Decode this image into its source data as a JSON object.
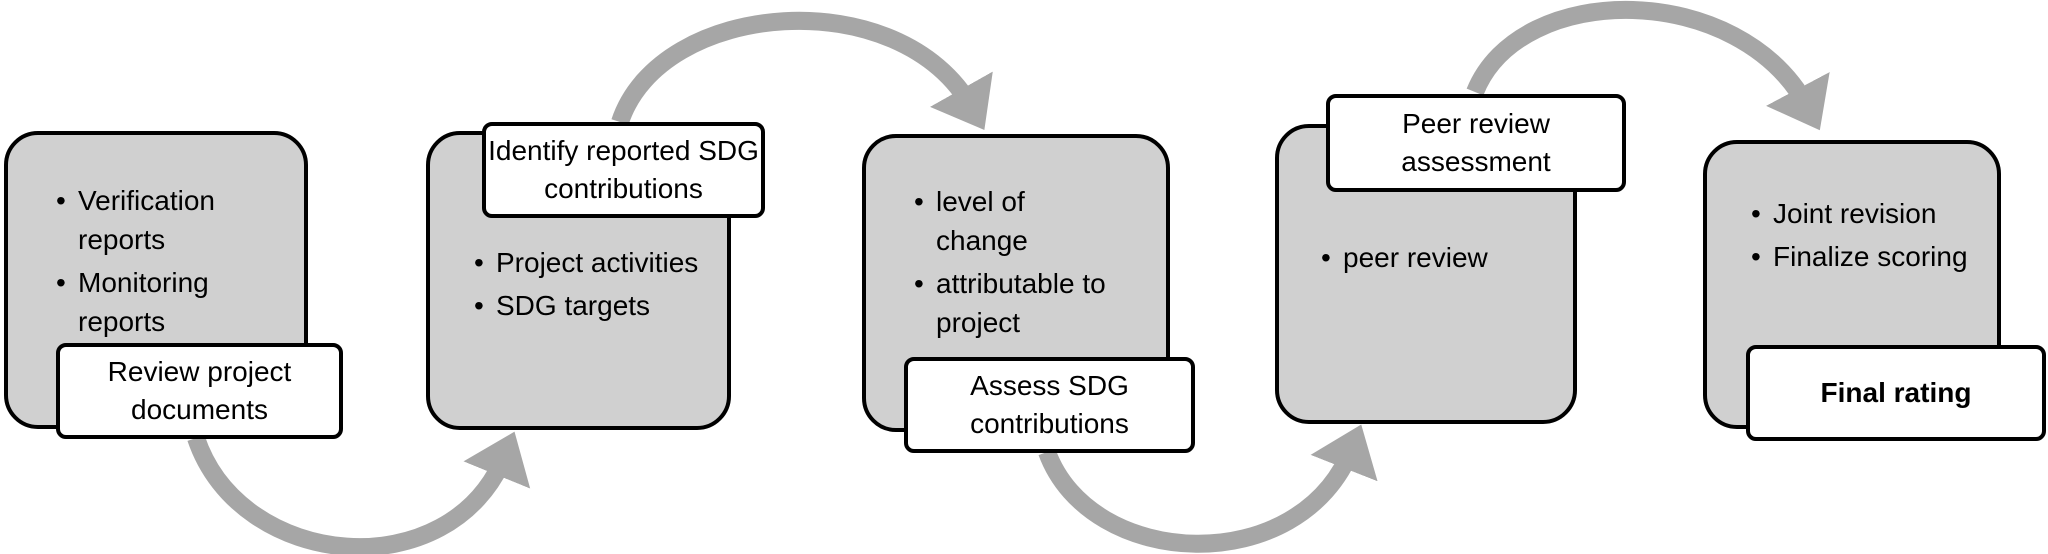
{
  "steps": [
    {
      "label": "Review project documents",
      "bullets": [
        "Verification reports",
        "Monitoring reports"
      ]
    },
    {
      "label": "Identify reported SDG contributions",
      "bullets": [
        "Project activities",
        "SDG targets"
      ]
    },
    {
      "label": "Assess SDG contributions",
      "bullets": [
        "level of change",
        " attributable to project"
      ]
    },
    {
      "label": "Peer review assessment",
      "bullets": [
        "peer review"
      ]
    },
    {
      "label": "Final rating",
      "bullets": [
        "Joint revision",
        "Finalize scoring"
      ]
    }
  ],
  "colors": {
    "box_fill": "#d0d0d0",
    "arrow": "#a6a6a6",
    "border": "#000000"
  }
}
